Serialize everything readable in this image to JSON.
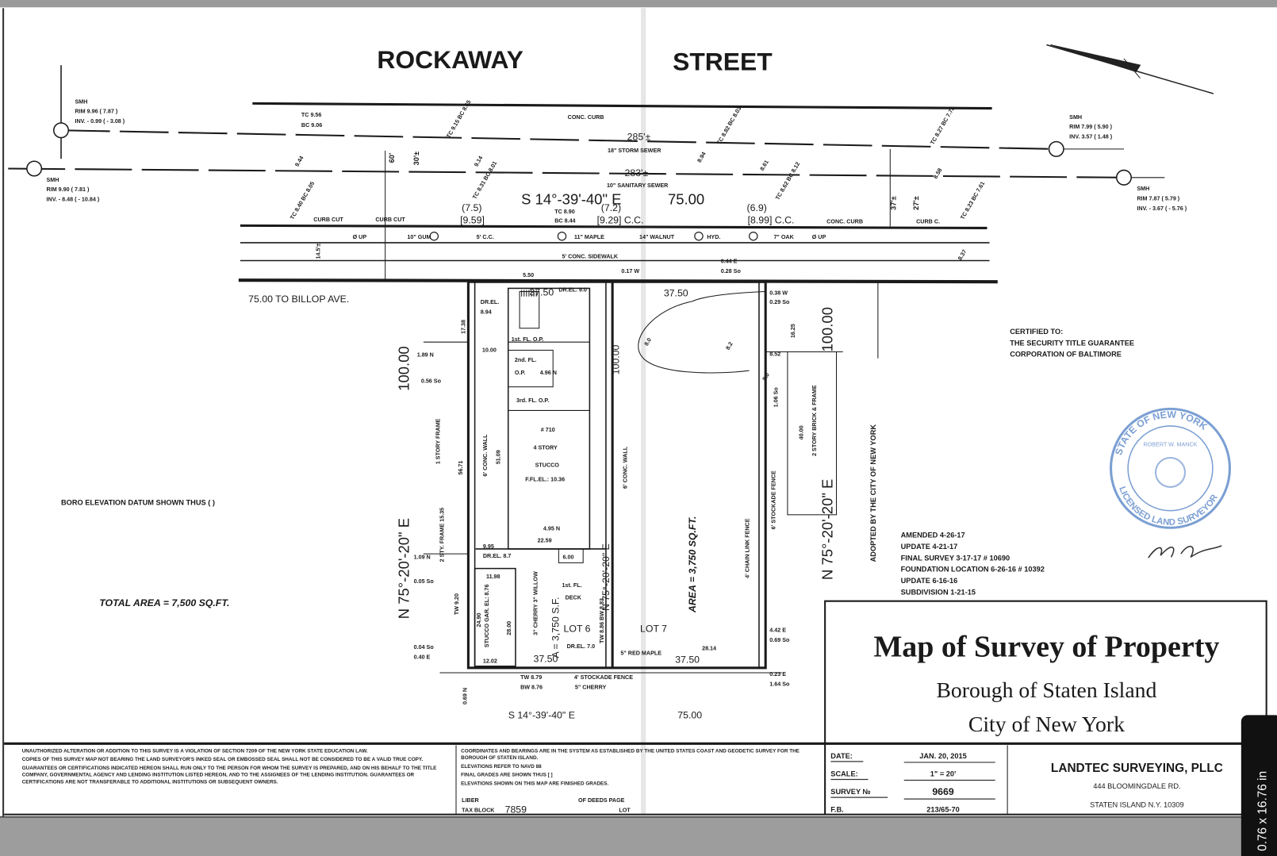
{
  "street": {
    "name_left": "ROCKAWAY",
    "name_right": "STREET"
  },
  "manholes": {
    "nw": [
      "SMH",
      "RIM 9.96 ( 7.87 )",
      "INV. - 0.99 ( - 3.08 )"
    ],
    "sw": [
      "SMH",
      "RIM 9.90 ( 7.81 )",
      "INV. - 8.48 ( - 10.84 )"
    ],
    "ne": [
      "SMH",
      "RIM 7.99 ( 5.90 )",
      "INV. 3.57 ( 1.48 )"
    ],
    "se": [
      "SMH",
      "RIM 7.87 ( 5.79 )",
      "INV. - 3.67 ( - 5.76 )"
    ]
  },
  "street_labels": [
    "TC 9.56",
    "BC 9.06",
    "CONC. CURB",
    "285'±",
    "18\" STORM SEWER",
    "283'±",
    "10\" SANITARY SEWER",
    "S 14°-39'-40\" E",
    "75.00",
    "60'",
    "30'±",
    "37'±",
    "27'±",
    "(7.5)",
    "[9.59]",
    "(7.2)",
    "[9.29] C.C.",
    "(6.9)",
    "[8.99] C.C.",
    "TC 8.90",
    "BC 8.44",
    "CURB CUT",
    "CURB CUT",
    "CONC. CURB",
    "CURB C.",
    "Ø UP",
    "10\" GUM",
    "5' C.C.",
    "11\" MAPLE",
    "14\" WALNUT",
    "HYD.",
    "7\" OAK",
    "Ø UP",
    "5' CONC. SIDEWALK",
    "14.5'±",
    "0.44 E",
    "0.28 So",
    "0.17 W",
    "9.44",
    "9.14",
    "8.94",
    "8.61",
    "8.58",
    "8.37",
    "TC 9.15 BC 8.65",
    "TC 8.82 BC 8.03",
    "TC 8.27 BC 7.72",
    "TC 8.40 BC 8.05",
    "TC 8.31 BC 8.01",
    "TC 8.62 BC 8.12",
    "TC 8.23 BC 7.61",
    "5.50"
  ],
  "lot_labels": [
    "75.00 TO BILLOP AVE.",
    "100.00",
    "N 75°-20'-20\" E",
    "1 STORY FRAME",
    "1.89 N",
    "0.56 So",
    "56.71",
    "17.38",
    "2 STY. FRAME 15.35",
    "1.09 N",
    "0.05 So",
    "TW 9.20",
    "0.04 So",
    "0.40 E",
    "DR.EL.",
    "8.94",
    "37.50",
    "DR.EL. 9.0",
    "10.00",
    "1st. FL. O.P.",
    "2nd. FL.",
    "O.P.",
    "4.96 N",
    "3rd. FL. O.P.",
    "# 710",
    "4 STORY",
    "STUCCO",
    "F.FL.EL.: 10.36",
    "51.09",
    "6' CONC. WALL",
    "4.95 N",
    "22.59",
    "9.95",
    "DR.EL. 8.7",
    "6.00",
    "11.98",
    "STUCCO GAR. EL: 8.76",
    "LOT 6",
    "A = 3,750 S.F.",
    "1st. FL.",
    "DECK",
    "37.50",
    "12.02",
    "DR.EL. 7.0",
    "100.00",
    "N 75°-20'-20\" E",
    "37.50",
    "LOT 7",
    "AREA = 3,750 SQ.FT.",
    "6' CONC. WALL",
    "4' CHAIN LINK FENCE",
    "6' STOCKADE FENCE",
    "37.50",
    "28.14",
    "5\" RED MAPLE",
    "4' STOCKADE FENCE",
    "TW 8.79",
    "BW 8.76",
    "5\" CHERRY",
    "0.38 W",
    "0.29 So",
    "100.00",
    "16.25",
    "8.52",
    "1.06 So",
    "40.00",
    "2 STORY BRICK & FRAME",
    "N 75°-20'-20\" E",
    "4.42 E",
    "0.69 So",
    "0.23 E",
    "1.64 So",
    "ADOPTED BY THE CITY OF NEW YORK",
    "S 14°-39'-40\" E",
    "75.00",
    "0.69 N",
    "24.90",
    "28.00",
    "8.0",
    "8.2",
    "8.0",
    "3\" CHERRY 3\" WILLOW",
    "TW 8.86 BW 8.83"
  ],
  "notes": {
    "boro_datum": "BORO ELEVATION DATUM SHOWN THUS (      )",
    "total_area": "TOTAL AREA = 7,500 SQ.FT."
  },
  "certified": [
    "CERTIFIED TO:",
    "THE SECURITY TITLE GUARANTEE",
    "CORPORATION OF BALTIMORE"
  ],
  "revisions": [
    "AMENDED 4-26-17",
    "UPDATE 4-21-17",
    "FINAL SURVEY 3-17-17 # 10690",
    "FOUNDATION LOCATION 6-26-16 # 10392",
    "UPDATE 6-16-16",
    "SUBDIVISION 1-21-15"
  ],
  "seal": {
    "top": "STATE OF NEW YORK",
    "bottom": "LICENSED LAND SURVEYOR",
    "inner": "ROBERT W. MANCK",
    "color": "#7b9fd3"
  },
  "title_block": {
    "title": "Map of Survey of Property",
    "borough": "Borough of Staten Island",
    "city": "City of New York"
  },
  "footer": {
    "legal_notes": [
      "UNAUTHORIZED ALTERATION OR ADDITION TO THIS SURVEY IS A VIOLATION OF SECTION 7209 OF THE NEW YORK STATE EDUCATION LAW.",
      "COPIES OF THIS SURVEY MAP NOT BEARING THE LAND SURVEYOR'S INKED SEAL OR EMBOSSED SEAL SHALL NOT BE CONSIDERED TO BE A VALID TRUE COPY.",
      "GUARANTEES OR CERTIFICATIONS INDICATED HEREON SHALL RUN ONLY TO THE PERSON FOR WHOM THE SURVEY IS PREPARED, AND ON HIS BEHALF TO THE TITLE COMPANY, GOVERNMENTAL AGENCY AND LENDING INSTITUTION LISTED HEREON, AND TO THE ASSIGNEES OF THE LENDING INSTITUTION. GUARANTEES OR CERTIFICATIONS ARE NOT TRANSFERABLE TO ADDITIONAL INSTITUTIONS OR SUBSEQUENT OWNERS."
    ],
    "datum_notes": [
      "COORDINATES AND BEARINGS ARE IN THE SYSTEM AS ESTABLISHED BY THE UNITED STATES COAST AND GEODETIC SURVEY FOR THE BOROUGH OF STATEN ISLAND.",
      "ELEVATIONS REFER TO NAVD 88",
      "FINAL GRADES ARE SHOWN THUS [ ]",
      "ELEVATIONS SHOWN ON THIS MAP ARE FINISHED GRADES."
    ],
    "liber_label": "LIBER",
    "deeds_page_label": "OF DEEDS PAGE",
    "tax_block_label": "TAX BLOCK",
    "tax_block_value": "7859",
    "lot_label": "LOT",
    "date_label": "DATE:",
    "date_value": "JAN. 20, 2015",
    "scale_label": "SCALE:",
    "scale_value": "1\" = 20'",
    "survey_label": "SURVEY №",
    "survey_value": "9669",
    "fb_label": "F.B.",
    "fb_value": "213/65-70",
    "company": "LANDTEC SURVEYING, PLLC",
    "address1": "444 BLOOMINGDALE RD.",
    "address2": "STATEN ISLAND N.Y. 10309"
  },
  "viewer": {
    "size_badge": "0.76 x 16.76 in"
  }
}
